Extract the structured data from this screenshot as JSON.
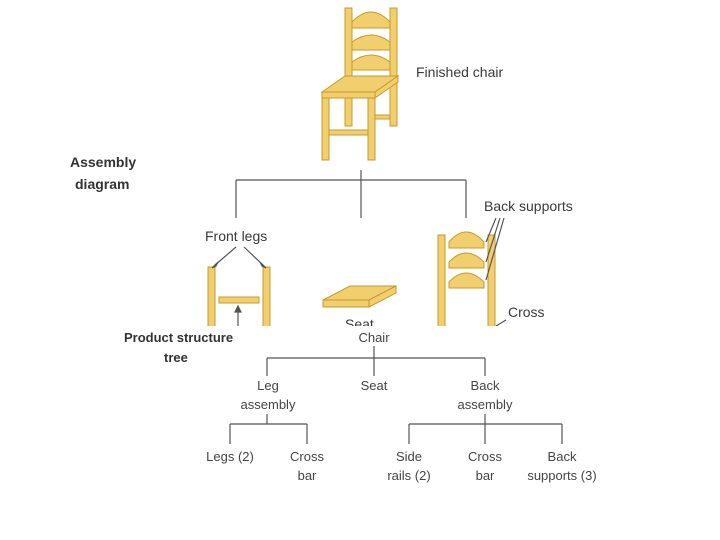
{
  "assembly": {
    "title_line1": "Assembly",
    "title_line2": "diagram",
    "finished_chair": "Finished chair",
    "front_legs": "Front legs",
    "seat": "Seat",
    "back_supports": "Back supports",
    "cross": "Cross"
  },
  "tree": {
    "title_line1": "Product structure",
    "title_line2": "tree",
    "root": "Chair",
    "leg_line1": "Leg",
    "leg_line2": "assembly",
    "seat": "Seat",
    "back_line1": "Back",
    "back_line2": "assembly",
    "legs": "Legs (2)",
    "crossbar1_line1": "Cross",
    "crossbar1_line2": "bar",
    "siderails_line1": "Side",
    "siderails_line2": "rails (2)",
    "crossbar2_line1": "Cross",
    "crossbar2_line2": "bar",
    "backsupports_line1": "Back",
    "backsupports_line2": "supports (3)"
  },
  "colors": {
    "wood": "#f2cf6e",
    "wood_dark": "#c79a2c",
    "line": "#555555"
  }
}
